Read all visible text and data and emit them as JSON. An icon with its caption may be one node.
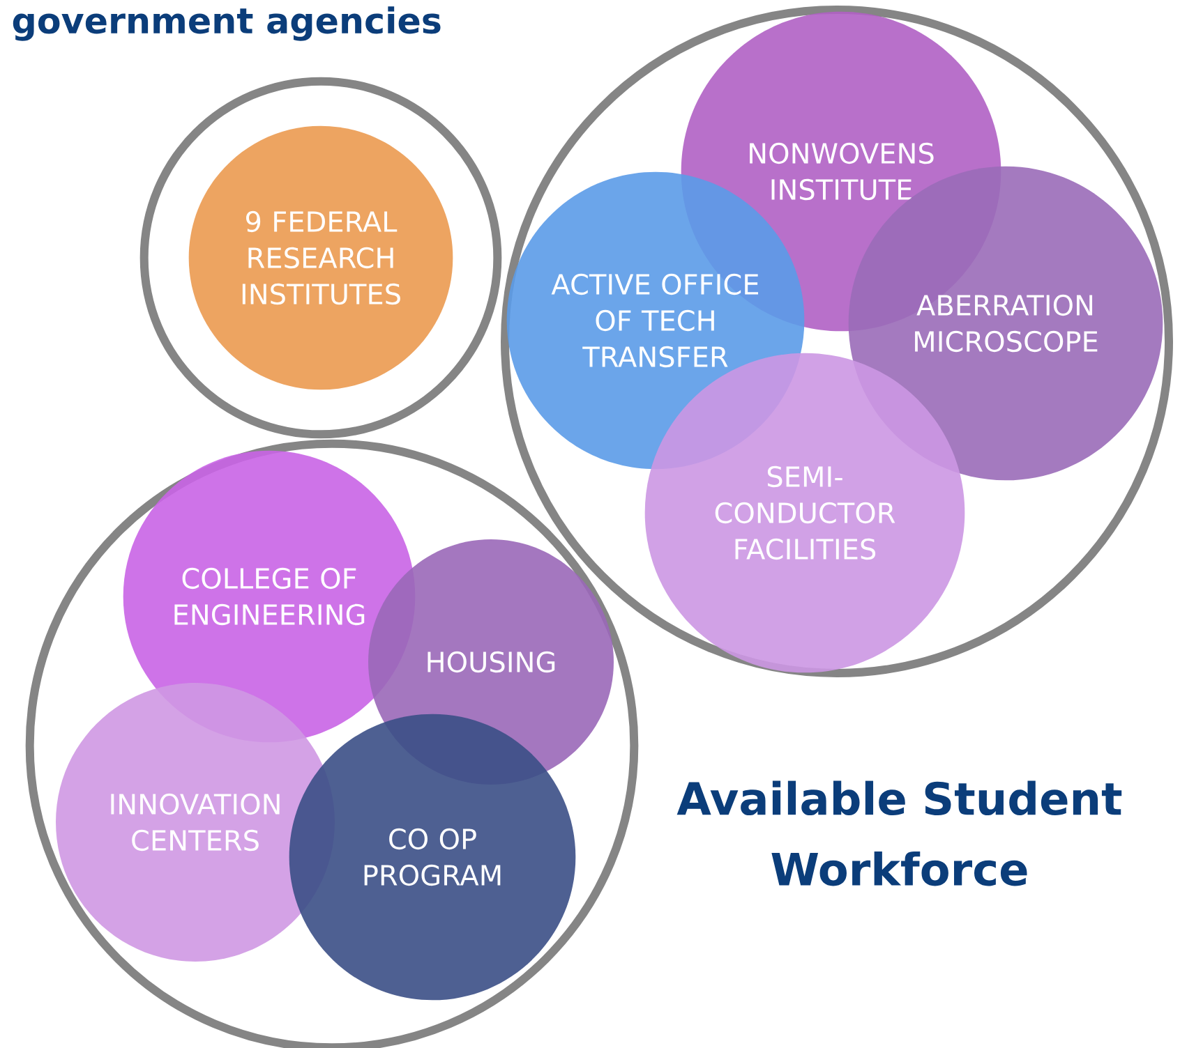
{
  "diagram": {
    "title": "government agencies",
    "nodes": [
      {
        "text": [],
        "shape": "circle"
      },
      {
        "text": [
          "9 FEDERAL RESEARCH INSTITUTES"
        ],
        "in": 0
      },
      {
        "text": [],
        "shape": "circle"
      },
      {
        "text": [
          "NONWOVENS INSTITUTE"
        ],
        "in": 2
      },
      {
        "text": [
          "ABERRATION MICROSCOPE"
        ],
        "in": 2
      },
      {
        "text": [
          "ACTIVE OFFICE OF TECH TRANSFER"
        ],
        "in": 2
      },
      {
        "text": [
          "SEMI- CONDUCTOR FACILITIES"
        ],
        "in": 2
      },
      {
        "text": [],
        "shape": "circle"
      },
      {
        "text": [
          "COLLEGE OF ENGINEERING"
        ],
        "in": 7
      },
      {
        "text": [
          "HOUSING"
        ],
        "in": 7
      },
      {
        "text": [
          "INNOVATION CENTERS"
        ],
        "in": 7
      },
      {
        "text": [
          "CO OP PROGRAM"
        ],
        "in": 7
      }
    ],
    "labels": [
      "Available Student Workforce"
    ]
  }
}
